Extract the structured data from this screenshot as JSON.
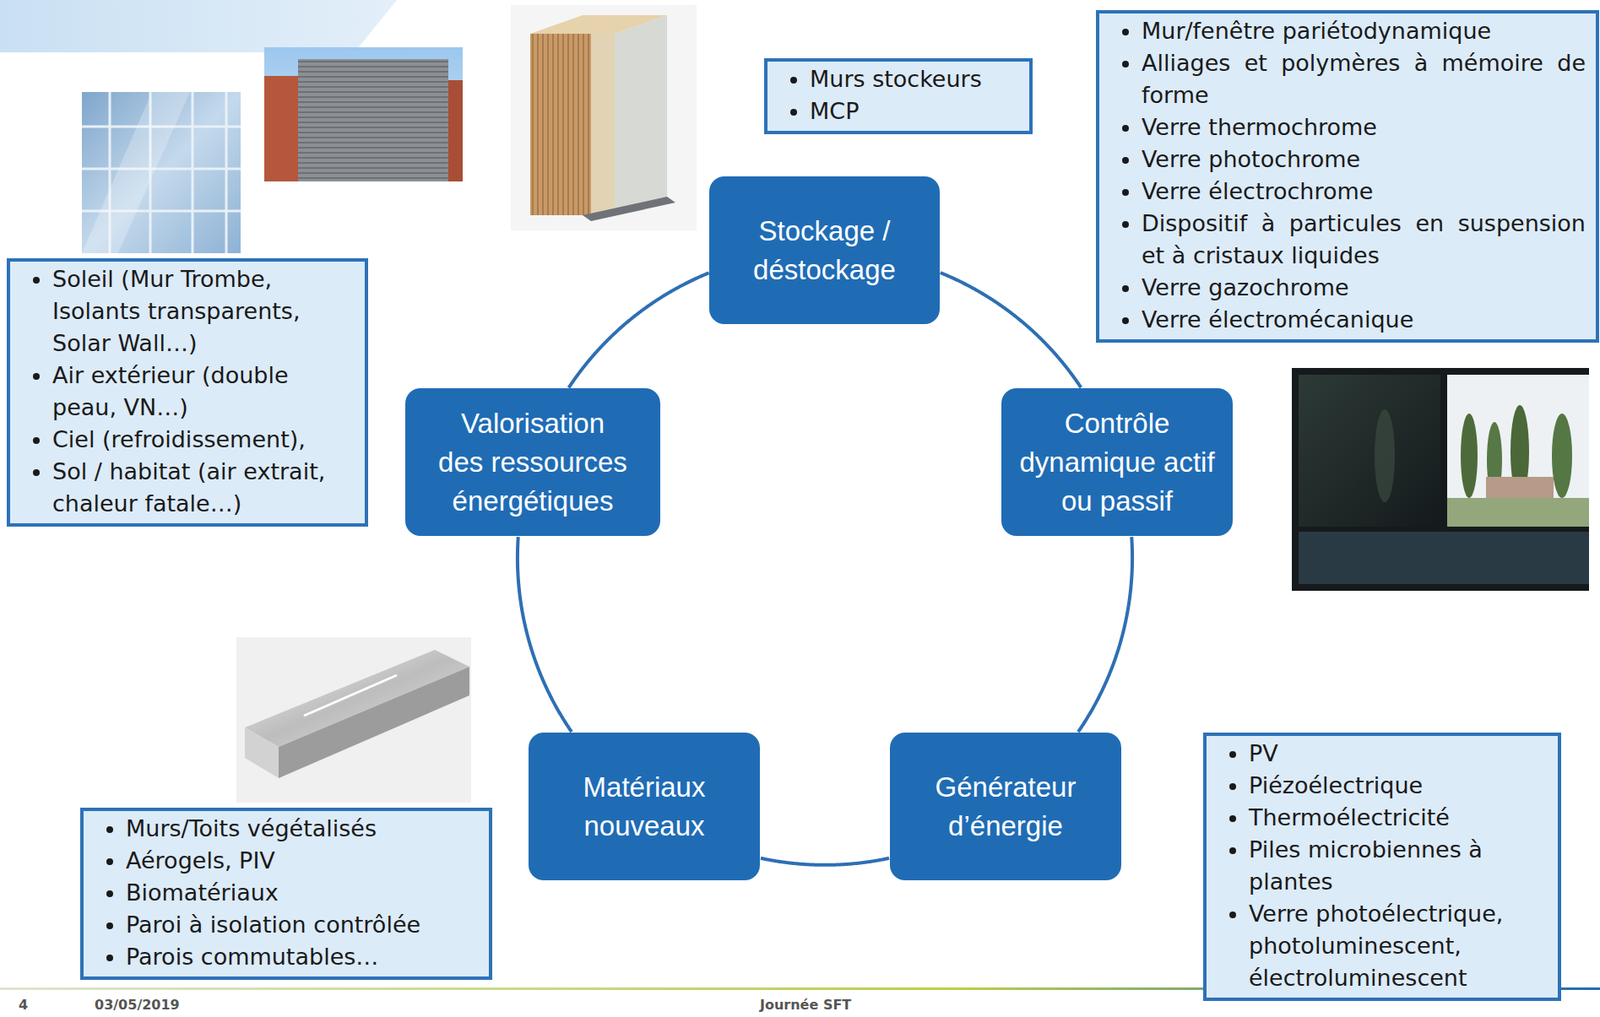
{
  "diagram": {
    "nodes": [
      {
        "text": [
          "Murs stockeurs",
          "MCP"
        ]
      },
      {
        "text": [
          "Mur/fenêtre pariétodynamique",
          "Alliages et polymères à mémoire de forme",
          "Verre thermochrome",
          "Verre photochrome",
          "Verre électrochrome",
          "Dispositif à particules en suspension et à cristaux liquides",
          "Verre gazochrome",
          "Verre électromécanique"
        ]
      },
      {
        "text": [
          "Stockage / déstockage"
        ]
      },
      {
        "text": [
          "Soleil (Mur Trombe, Isolants transparents, Solar Wall…)",
          "Air extérieur (double peau, VN…)",
          "Ciel (refroidissement),",
          "Sol / habitat (air extrait, chaleur fatale…)"
        ]
      },
      {
        "text": [
          "Valorisation des ressources énergétiques"
        ]
      },
      {
        "text": [
          "Contrôle dynamique actif ou passif"
        ]
      },
      {
        "text": [
          "Matériaux nouveaux"
        ]
      },
      {
        "text": [
          "Générateur d’énergie"
        ]
      },
      {
        "text": [
          "Murs/Toits végétalisés",
          "Aérogels, PIV",
          "Biomatériaux",
          "Paroi à isolation contrôlée",
          "Parois commutables…"
        ]
      },
      {
        "text": [
          "PV",
          "Piézoélectrique",
          "Thermoélectricité",
          "Piles microbiennes à plantes",
          "Verre photoélectrique, photoluminescent, électroluminescent"
        ]
      }
    ],
    "edges": [
      {
        "from": 2,
        "to": 5,
        "arrow": "none"
      },
      {
        "from": 5,
        "to": 7,
        "arrow": "none"
      },
      {
        "from": 7,
        "to": 6,
        "arrow": "none"
      },
      {
        "from": 6,
        "to": 4,
        "arrow": "none"
      },
      {
        "from": 4,
        "to": 2,
        "arrow": "none"
      }
    ],
    "labels": [
      "4",
      "03/05/2019",
      "Journée SFT"
    ]
  }
}
